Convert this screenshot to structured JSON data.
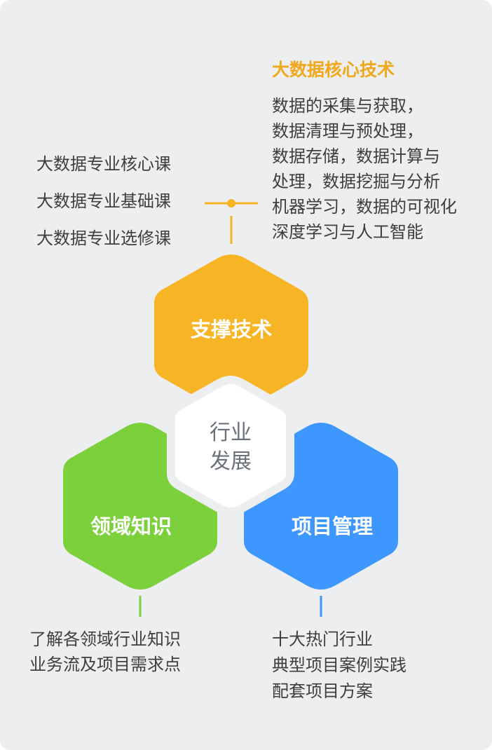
{
  "colors": {
    "support": "#f7b526",
    "domain": "#7cd03c",
    "project": "#3d97ff",
    "center": "#ffffff",
    "title_accent": "#f0a81c",
    "background": "#eceef0"
  },
  "hexagons": {
    "support": "支撑技术",
    "domain": "领域知识",
    "project": "项目管理",
    "center_line1": "行业",
    "center_line2": "发展"
  },
  "top_right": {
    "title": "大数据核心技术",
    "lines": [
      "数据的采集与获取，",
      "数据清理与预处理，",
      "数据存储，数据计算与",
      "处理，数据挖掘与分析",
      "机器学习，数据的可视化",
      "深度学习与人工智能"
    ]
  },
  "top_left": {
    "lines": [
      "大数据专业核心课",
      "大数据专业基础课",
      "大数据专业选修课"
    ]
  },
  "bottom_left": {
    "lines": [
      "了解各领域行业知识",
      "业务流及项目需求点"
    ]
  },
  "bottom_right": {
    "lines": [
      "十大热门行业",
      "典型项目案例实践",
      "配套项目方案"
    ]
  }
}
